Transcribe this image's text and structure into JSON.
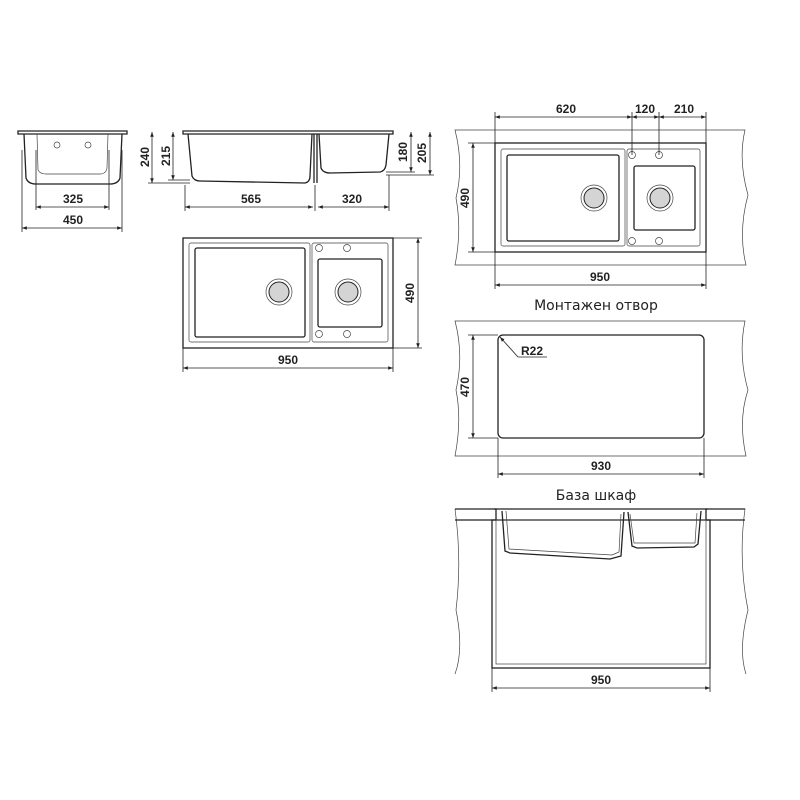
{
  "side_view": {
    "dim_inner_width": "325",
    "dim_outer_width": "450"
  },
  "front_view": {
    "dim_height_total": "240",
    "dim_height_left_bowl": "215",
    "dim_left_bowl_width": "565",
    "dim_right_bowl_width": "320",
    "dim_right_bowl_depth": "180",
    "dim_right_total": "205"
  },
  "top_view": {
    "dim_width": "950",
    "dim_depth": "490"
  },
  "installation_view": {
    "dim_left": "620",
    "dim_middle": "120",
    "dim_right": "210",
    "dim_depth": "490",
    "dim_width": "950"
  },
  "cutout": {
    "title": "Монтажен отвор",
    "radius_label": "R22",
    "dim_depth": "470",
    "dim_width": "930"
  },
  "cabinet": {
    "title": "База шкаф",
    "dim_width": "950"
  }
}
